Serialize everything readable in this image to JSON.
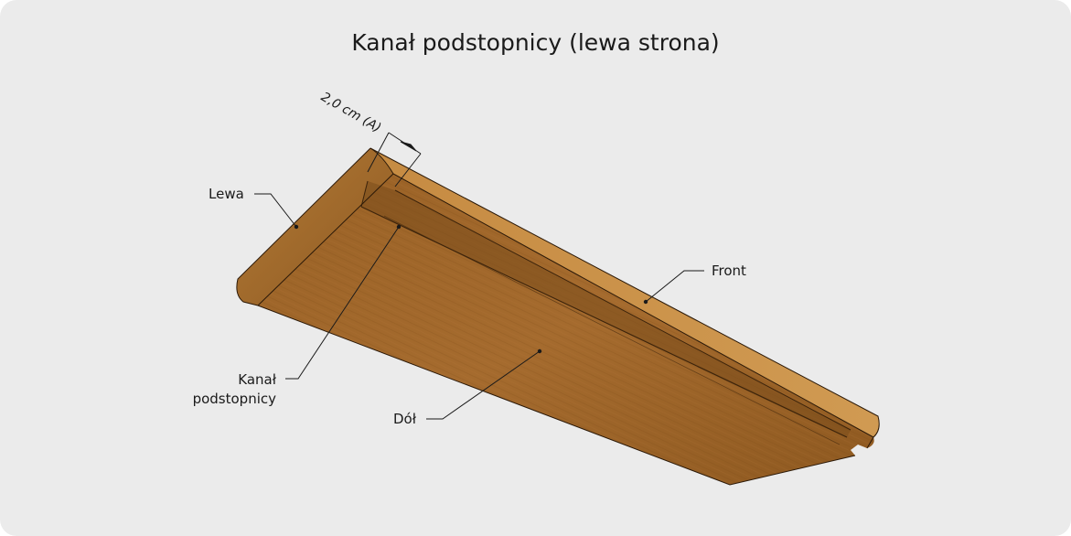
{
  "title": "Kanał podstopnicy (lewa strona)",
  "dimension": {
    "text": "2,0 cm (A)"
  },
  "labels": {
    "left": "Lewa",
    "front": "Front",
    "groove_line1": "Kanał",
    "groove_line2": "podstopnicy",
    "bottom": "Dół"
  },
  "colors": {
    "background": "#ebebeb",
    "wood_top": "#a0672a",
    "wood_edge": "#c98f45",
    "wood_dark": "#6b4219",
    "leader": "#1a1a1a"
  }
}
